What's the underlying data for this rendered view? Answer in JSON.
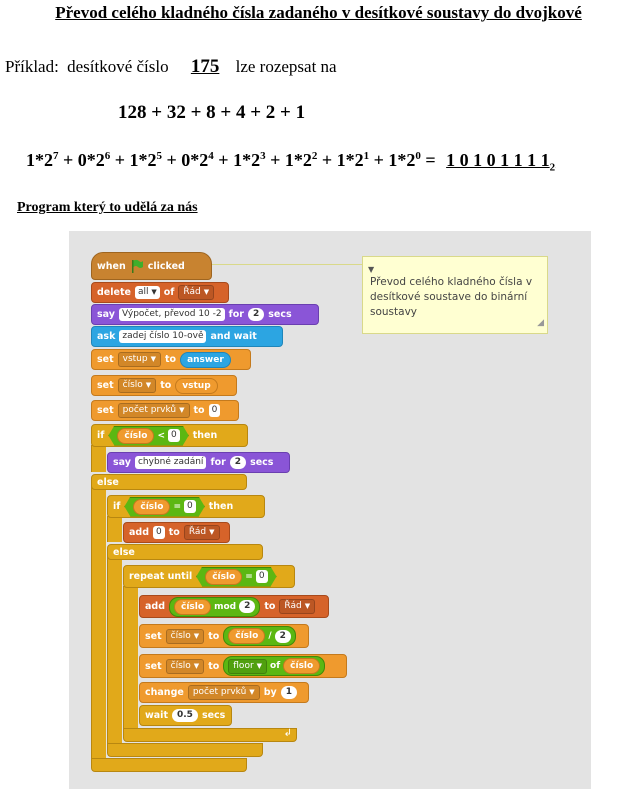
{
  "page": {
    "title": "Převod celého kladného čísla zadaného v desítkové soustavy do dvojkové",
    "example_prefix": "Příklad:",
    "example_label": "desítkové číslo",
    "example_number": "175",
    "example_suffix": "lze rozepsat na",
    "sum_expression": "128 + 32 + 8 + 4 + 2 + 1",
    "powers": [
      {
        "coef": "1*2",
        "exp": "7"
      },
      {
        "coef": "0*2",
        "exp": "6"
      },
      {
        "coef": "1*2",
        "exp": "5"
      },
      {
        "coef": "0*2",
        "exp": "4"
      },
      {
        "coef": "1*2",
        "exp": "3"
      },
      {
        "coef": "1*2",
        "exp": "2"
      },
      {
        "coef": "1*2",
        "exp": "1"
      },
      {
        "coef": "1*2",
        "exp": "0"
      }
    ],
    "result_bits": "1 0 1 0 1 1 1 1",
    "result_base": "2",
    "subtitle": "Program který to udělá za nás"
  },
  "script": {
    "hat": {
      "when": "when",
      "clicked": "clicked"
    },
    "delete": {
      "cmd": "delete",
      "item": "all",
      "of": "of",
      "list": "Řád"
    },
    "say1": {
      "cmd": "say",
      "text": "Výpočet, převod 10 -2",
      "for": "for",
      "secs_val": "2",
      "secs": "secs"
    },
    "ask": {
      "cmd": "ask",
      "text": "zadej číslo 10-ově",
      "and_wait": "and wait"
    },
    "set1": {
      "cmd": "set",
      "var": "vstup",
      "to": "to",
      "value": "answer"
    },
    "set2": {
      "cmd": "set",
      "var": "číslo",
      "to": "to",
      "value": "vstup"
    },
    "set3": {
      "cmd": "set",
      "var": "počet prvků",
      "to": "to",
      "value": "0"
    },
    "if1": {
      "if": "if",
      "lhs": "číslo",
      "op": "<",
      "rhs": "0",
      "then": "then"
    },
    "say2": {
      "cmd": "say",
      "text": "chybné zadání",
      "for": "for",
      "secs_val": "2",
      "secs": "secs"
    },
    "else1": "else",
    "if2": {
      "if": "if",
      "lhs": "číslo",
      "op": "=",
      "rhs": "0",
      "then": "then"
    },
    "add1": {
      "cmd": "add",
      "value": "0",
      "to": "to",
      "list": "Řád"
    },
    "else2": "else",
    "repeat": {
      "cmd": "repeat until",
      "lhs": "číslo",
      "op": "=",
      "rhs": "0"
    },
    "add2": {
      "cmd": "add",
      "lhs": "číslo",
      "op": "mod",
      "rhs": "2",
      "to": "to",
      "list": "Řád"
    },
    "set4": {
      "cmd": "set",
      "var": "číslo",
      "to": "to",
      "lhs": "číslo",
      "op": "/",
      "rhs": "2"
    },
    "set5": {
      "cmd": "set",
      "var": "číslo",
      "to": "to",
      "fn": "floor",
      "of": "of",
      "arg": "číslo"
    },
    "change": {
      "cmd": "change",
      "var": "počet prvků",
      "by": "by",
      "value": "1"
    },
    "wait": {
      "cmd": "wait",
      "value": "0.5",
      "secs": "secs"
    }
  },
  "comment": "Převod celého kladného čísla v desítkové soustave do binární soustavy",
  "colors": {
    "events": "#c88330",
    "data_list": "#d6632a",
    "variables": "#ef9a2e",
    "looks": "#8a55d7",
    "sensing": "#2ca5e2",
    "control": "#e1a91a",
    "operators": "#5cb712",
    "flag": "#3fae2b",
    "comment_bg": "#ffffd2"
  }
}
